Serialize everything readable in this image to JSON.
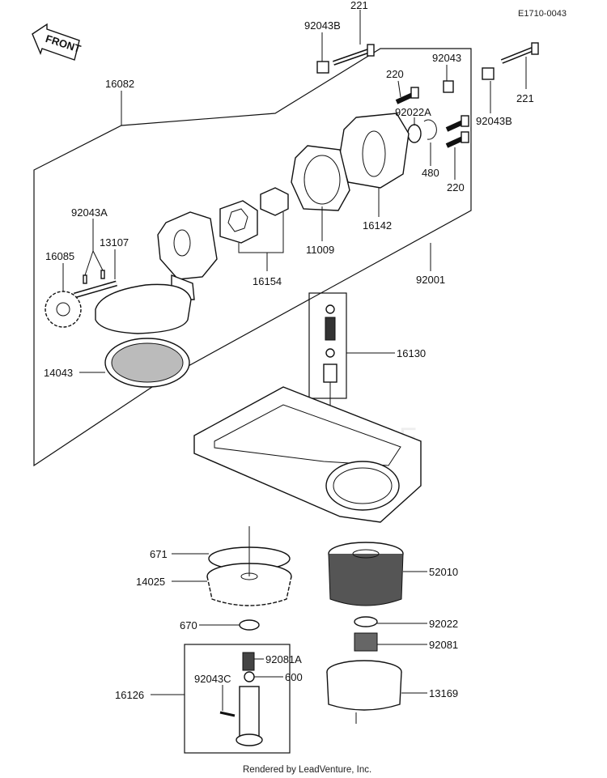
{
  "diagram": {
    "code": "E1710-0043",
    "front_label": "FRONT",
    "watermark": "ADVENTURE",
    "footer": "Rendered by LeadVenture, Inc.",
    "labels": [
      {
        "id": "l-221-top",
        "text": "221"
      },
      {
        "id": "l-92043b-top",
        "text": "92043B"
      },
      {
        "id": "l-92043",
        "text": "92043"
      },
      {
        "id": "l-16082",
        "text": "16082"
      },
      {
        "id": "l-220-top",
        "text": "220"
      },
      {
        "id": "l-221-right",
        "text": "221"
      },
      {
        "id": "l-92022a",
        "text": "92022A"
      },
      {
        "id": "l-92043b-right",
        "text": "92043B"
      },
      {
        "id": "l-480",
        "text": "480"
      },
      {
        "id": "l-220-right",
        "text": "220"
      },
      {
        "id": "l-92043a",
        "text": "92043A"
      },
      {
        "id": "l-16142",
        "text": "16142"
      },
      {
        "id": "l-13107",
        "text": "13107"
      },
      {
        "id": "l-16085",
        "text": "16085"
      },
      {
        "id": "l-11009",
        "text": "11009"
      },
      {
        "id": "l-16154",
        "text": "16154"
      },
      {
        "id": "l-92001",
        "text": "92001"
      },
      {
        "id": "l-16130",
        "text": "16130"
      },
      {
        "id": "l-14043",
        "text": "14043"
      },
      {
        "id": "l-671",
        "text": "671"
      },
      {
        "id": "l-14025",
        "text": "14025"
      },
      {
        "id": "l-52010",
        "text": "52010"
      },
      {
        "id": "l-670",
        "text": "670"
      },
      {
        "id": "l-92022",
        "text": "92022"
      },
      {
        "id": "l-92081",
        "text": "92081"
      },
      {
        "id": "l-92081a",
        "text": "92081A"
      },
      {
        "id": "l-92043c",
        "text": "92043C"
      },
      {
        "id": "l-600",
        "text": "600"
      },
      {
        "id": "l-16126",
        "text": "16126"
      },
      {
        "id": "l-13169",
        "text": "13169"
      }
    ]
  }
}
